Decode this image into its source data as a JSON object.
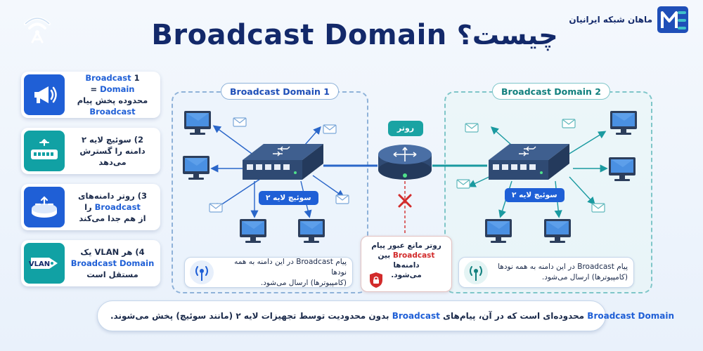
{
  "title": {
    "english": "Broadcast Domain",
    "persian": "چیست؟"
  },
  "logo": {
    "text": "ماهان شبکه ایرانیان",
    "icon": "mahan-logo-icon"
  },
  "cards": [
    {
      "icon": "megaphone-icon",
      "line1_num": "1",
      "line1_hl": "Broadcast Domain",
      "line1_end": "=",
      "line2": "محدوده پخش پیام",
      "line3_hl": "Broadcast"
    },
    {
      "icon": "switch-icon",
      "line1": "2) سوئیچ لایه ۲",
      "line2": "دامنه را گسترش می‌دهد"
    },
    {
      "icon": "router-icon",
      "line1": "3) روتر دامنه‌های",
      "line2_hl": "Broadcast",
      "line2_end": "را",
      "line3": "از هم جدا می‌کند"
    },
    {
      "icon": "vlan-tag-icon",
      "icon_text": "VLAN",
      "line1": "4) هر VLAN یک",
      "line2_hl": "Broadcast Domain",
      "line3": "مستقل است"
    }
  ],
  "domains": [
    {
      "label": "Broadcast Domain 1",
      "switch_label": "سوئیچ لایه ۲",
      "info_line1": "پیام Broadcast در این دامنه به همه نودها",
      "info_line2": "(کامپیوترها) ارسال می‌شود."
    },
    {
      "label": "Broadcast Domain 2",
      "switch_label": "سوئیچ لایه ۲",
      "info_line1": "پیام Broadcast در این دامنه به همه نودها",
      "info_line2": "(کامپیوترها) ارسال می‌شود."
    }
  ],
  "router": {
    "label": "روتر",
    "block_line1": "روتر مانع عبور پیام",
    "block_hl": "Broadcast",
    "block_line2": "بین دامنه‌ها",
    "block_line3": "می‌شود."
  },
  "bottom": {
    "hl1": "Broadcast Domain",
    "text1": "محدوده‌ای است که در آن، پیام‌های",
    "hl2": "Broadcast",
    "text2": "بدون محدودیت توسط تجهیزات لایه ۲ (مانند سوئیچ) پخش می‌شوند.",
    "icon": "lightbulb-icon"
  },
  "colors": {
    "navy": "#13296a",
    "blue": "#1f5fd6",
    "teal": "#1aa3a3",
    "red": "#d22b2b"
  }
}
